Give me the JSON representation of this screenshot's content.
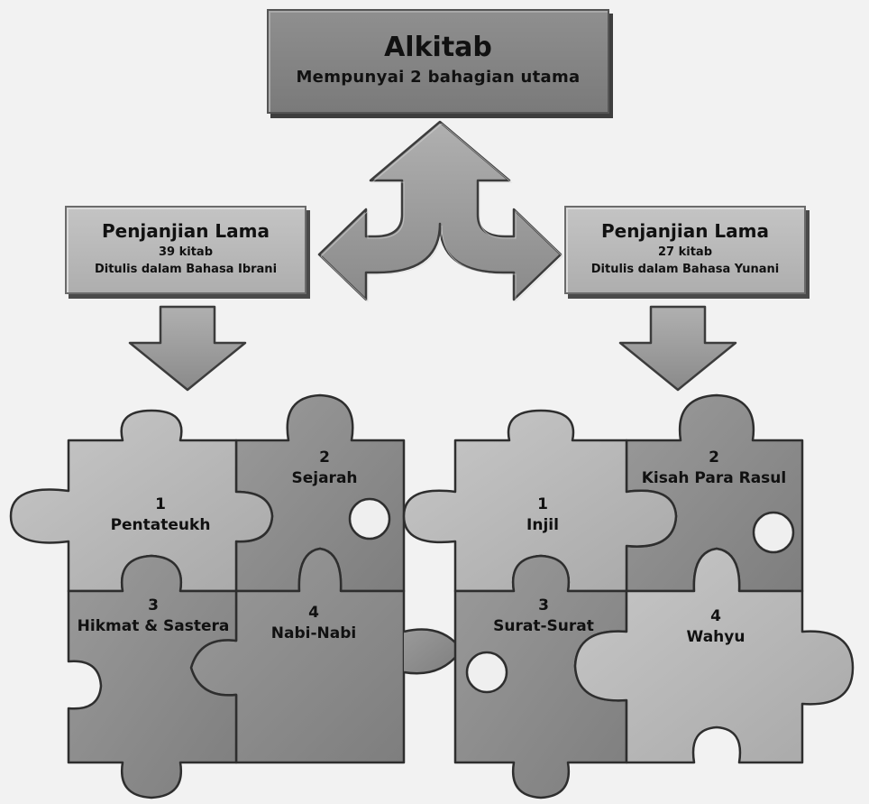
{
  "root": {
    "title": "Alkitab",
    "subtitle": "Mempunyai 2 bahagian utama"
  },
  "left_testament": {
    "title": "Penjanjian Lama",
    "count": "39 kitab",
    "language": "Ditulis dalam Bahasa Ibrani",
    "pieces": [
      {
        "number": "1",
        "label": "Pentateukh"
      },
      {
        "number": "2",
        "label": "Sejarah"
      },
      {
        "number": "3",
        "label": "Hikmat & Sastera"
      },
      {
        "number": "4",
        "label": "Nabi-Nabi"
      }
    ]
  },
  "right_testament": {
    "title": "Penjanjian Lama",
    "count": "27 kitab",
    "language": "Ditulis dalam Bahasa Yunani",
    "pieces": [
      {
        "number": "1",
        "label": "Injil"
      },
      {
        "number": "2",
        "label": "Kisah Para Rasul"
      },
      {
        "number": "3",
        "label": "Surat-Surat"
      },
      {
        "number": "4",
        "label": "Wahyu"
      }
    ]
  },
  "colors": {
    "root_box": "#808080",
    "side_box": "#b8b8b8",
    "arrow": "#9a9a9a",
    "piece_light": "#b7b7b7",
    "piece_dark": "#8c8c8c",
    "background": "#f2f2f2"
  }
}
